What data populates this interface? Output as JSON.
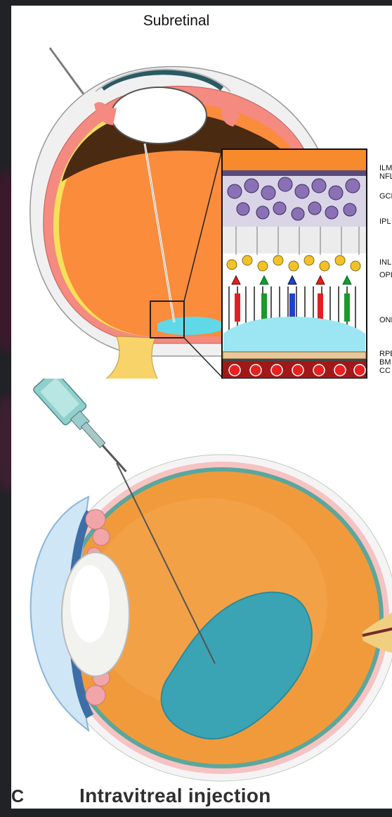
{
  "top_panel": {
    "title": "Subretinal"
  },
  "inset": {
    "layers": [
      "ILM",
      "NFL",
      "GCL",
      "IPL",
      "INL",
      "OPL",
      "ONL",
      "RPE",
      "BM",
      "CC"
    ]
  },
  "bottom_panel": {
    "letter": "C",
    "title": "Intravitreal injection"
  },
  "colors": {
    "vitreous": "#fa8c3c",
    "choroid": "#4a2a10",
    "retina_pink": "#f48a80",
    "bleb": "#60d8e8",
    "sclera": "#f2f2f2",
    "optic_nerve": "#f7d36a",
    "injection_bleb": "#3ba4b4"
  }
}
